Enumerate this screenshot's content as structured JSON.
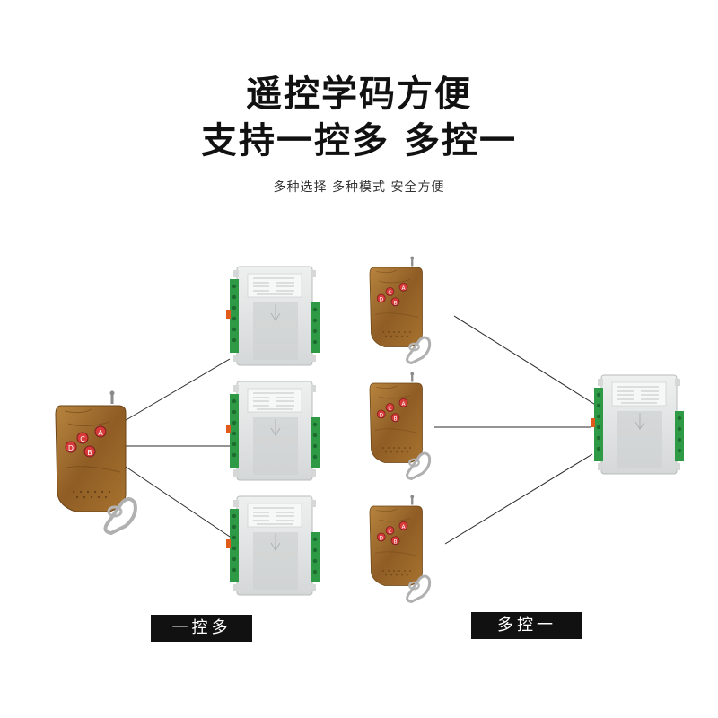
{
  "headline": {
    "line1": "遥控学码方便",
    "line2": "支持一控多 多控一"
  },
  "subtitle": "多种选择 多种模式 安全方便",
  "remote_buttons": [
    "A",
    "B",
    "C",
    "D"
  ],
  "labels": {
    "one_to_many": "一控多",
    "many_to_one": "多控一"
  },
  "colors": {
    "remote_body": "#9b6a2e",
    "button_red": "#d83a3a",
    "receiver_body": "#e4e6e6",
    "terminal_green": "#2e9a45",
    "label_bg": "#111111"
  }
}
